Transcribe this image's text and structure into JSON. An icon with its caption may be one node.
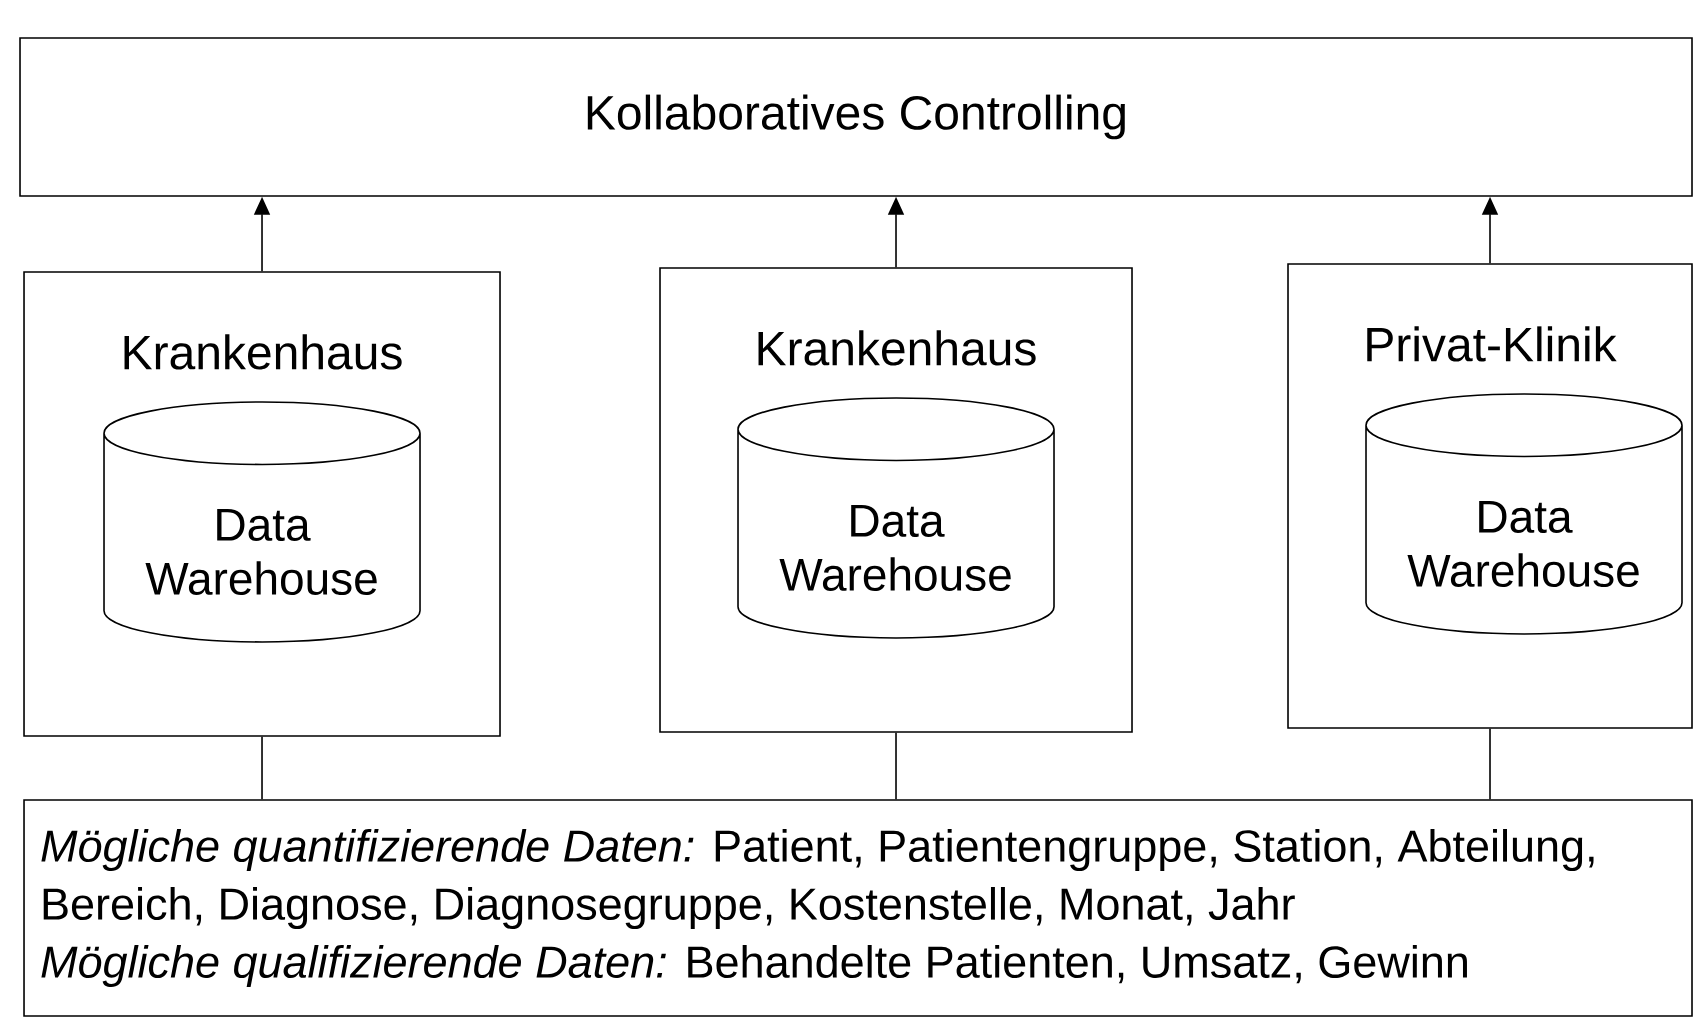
{
  "diagram": {
    "nodes": [
      {
        "text": [
          "Kollaboratives Controlling"
        ]
      },
      {
        "text": [
          "Krankenhaus"
        ]
      },
      {
        "text": [
          "Data Warehouse"
        ],
        "in": 1
      },
      {
        "text": [
          "Krankenhaus"
        ]
      },
      {
        "text": [
          "Data Warehouse"
        ],
        "in": 3
      },
      {
        "text": [
          "Privat-Klinik"
        ]
      },
      {
        "text": [
          "Data Warehouse"
        ],
        "in": 5
      },
      {
        "text": [
          "*Mögliche quantifizierende Daten:* Patient, Patientengruppe, Station, Abteilung, Bereich, Diagnose, Diagnosegruppe, Kostenstelle, Monat, Jahr",
          "*Mögliche qualifizierende Daten:* Behandelte Patienten, Umsatz, Gewinn"
        ]
      }
    ],
    "edges": [
      {
        "from": 1,
        "to": 0,
        "arrow": "to"
      },
      {
        "from": 3,
        "to": 0,
        "arrow": "to"
      },
      {
        "from": 5,
        "to": 0,
        "arrow": "to"
      },
      {
        "from": 1,
        "to": 7,
        "arrow": "none"
      },
      {
        "from": 3,
        "to": 7,
        "arrow": "none"
      },
      {
        "from": 5,
        "to": 7,
        "arrow": "none"
      }
    ]
  }
}
